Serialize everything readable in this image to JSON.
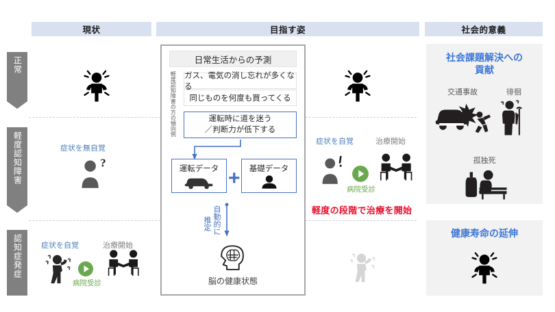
{
  "columns": [
    {
      "key": "current",
      "label": "現状"
    },
    {
      "key": "target",
      "label": "目指す姿"
    },
    {
      "key": "social",
      "label": "社会的意義"
    }
  ],
  "stages": [
    {
      "key": "normal",
      "label": "正常"
    },
    {
      "key": "mci",
      "label": "軽度認知障害"
    },
    {
      "key": "onset",
      "label": "認知症発症"
    }
  ],
  "center_panel": {
    "title": "日常生活からの予測",
    "vertical_label": "軽度認知障害の方の傾向例",
    "trend_items": [
      "ガス、電気の消し忘れが多くなる",
      "同じものを何度も買ってくる"
    ],
    "highlight_item_line1": "運転時に道を迷う",
    "highlight_item_line2": "／判断力が低下する",
    "data_boxes": [
      {
        "label": "運転データ",
        "icon": "car-icon"
      },
      {
        "label": "基礎データ",
        "icon": "person-icon"
      }
    ],
    "plus_symbol": "+",
    "estimate_label_1": "自動的に",
    "estimate_label_2": "推定",
    "brain_caption": "脳の健康状態",
    "brain_icon": "brain-head-icon"
  },
  "left_column": {
    "normal_icon": "energetic-person-icon",
    "mci_label": "症状を無自覚",
    "mci_icon": "person-question-icon",
    "onset_labels": {
      "aware": "症状を自覚",
      "treatment": "治療開始",
      "hospital": "病院受診"
    },
    "onset_icons": [
      "confused-person-icon",
      "play-circle-icon",
      "handshake-consult-icon"
    ]
  },
  "target_column": {
    "normal_icon": "energetic-person-icon",
    "mci_labels": {
      "aware": "症状を自覚",
      "treatment": "治療開始",
      "hospital": "病院受診"
    },
    "mci_icons": [
      "person-exclaim-icon",
      "play-circle-icon",
      "handshake-consult-icon"
    ],
    "mci_message": "軽度の段階で治療を開始",
    "onset_icon": "faded-confused-person-icon"
  },
  "right_column": {
    "panel_1": {
      "title_line1": "社会課題解決への",
      "title_line2": "貢献",
      "items": [
        {
          "label": "交通事故",
          "icon": "car-accident-icon"
        },
        {
          "label": "徘徊",
          "icon": "wandering-elder-icon"
        },
        {
          "label": "孤独死",
          "icon": "lonely-death-icon"
        }
      ]
    },
    "panel_2": {
      "title": "健康寿命の延伸",
      "icon": "energetic-person-icon"
    }
  },
  "colors": {
    "header_bg": "#d9e0f0",
    "stage_gray": "#808080",
    "panel_border": "#a6a6a6",
    "accent_blue": "#4472c4",
    "label_blue": "#4a7ebb",
    "title_blue": "#3c78d8",
    "green": "#6aa84f",
    "red": "#e8112d",
    "right_panel_bg": "#f2f2f2"
  }
}
